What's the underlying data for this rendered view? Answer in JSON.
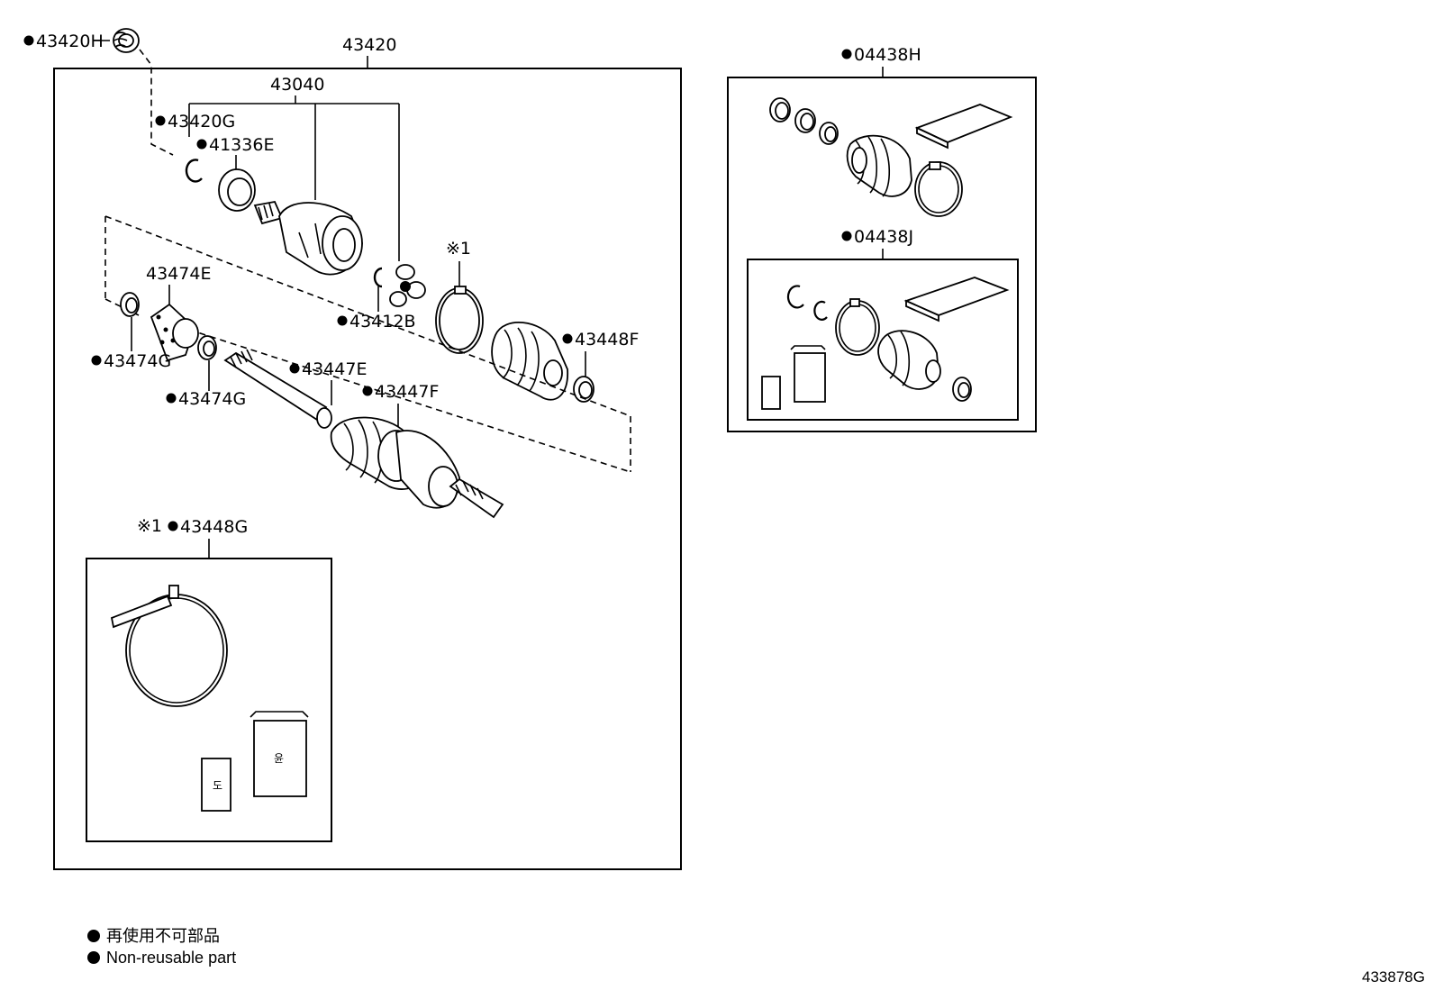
{
  "parts": {
    "p43420H": "43420H",
    "p43420": "43420",
    "p43040": "43040",
    "p43420G": "43420G",
    "p41336E": "41336E",
    "p43474E": "43474E",
    "p43412B": "43412B",
    "ref1": "※1",
    "p43448F": "43448F",
    "p43474G_a": "43474G",
    "p43447E": "43447E",
    "p43474G_b": "43474G",
    "p43447F": "43447F",
    "ref1_43448G": "※1",
    "p43448G": "43448G",
    "p04438H": "04438H",
    "p04438J": "04438J"
  },
  "legend": {
    "line1": "再使用不可部品",
    "line2": "Non-reusable part"
  },
  "diagram_id": "433878G"
}
